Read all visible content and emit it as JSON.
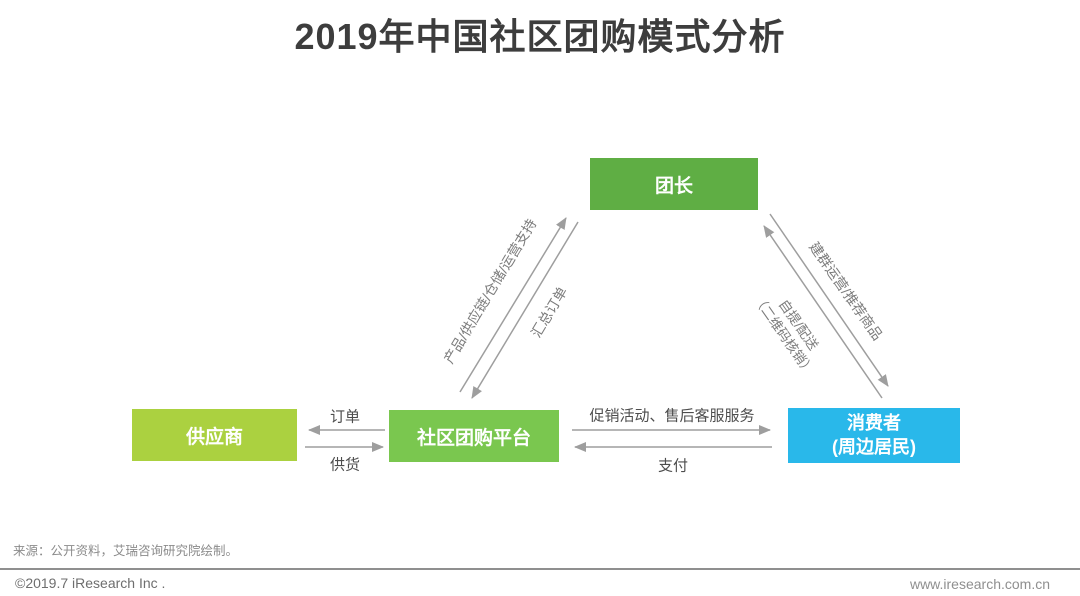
{
  "title": "2019年中国社区团购模式分析",
  "colors": {
    "leader_box": "#5fae44",
    "platform_box": "#7ac74f",
    "supplier_box": "#abd140",
    "consumer_box": "#29b8ea",
    "arrow": "#9e9e9e"
  },
  "nodes": {
    "leader": {
      "label": "团长"
    },
    "supplier": {
      "label": "供应商"
    },
    "platform": {
      "label": "社区团购平台"
    },
    "consumer": {
      "label_line1": "消费者",
      "label_line2": "(周边居民)"
    }
  },
  "edges": {
    "platform_to_leader": "产品/供应链/仓储/运营支持",
    "leader_to_platform": "汇总订单",
    "leader_to_consumer": "建群运营/推荐商品",
    "consumer_to_leader_line1": "自提/配送",
    "consumer_to_leader_line2": "（二维码核销）",
    "platform_to_supplier": "订单",
    "supplier_to_platform": "供货",
    "platform_to_consumer": "促销活动、售后客服服务",
    "consumer_to_platform": "支付"
  },
  "footer": {
    "source": "来源：公开资料，艾瑞咨询研究院绘制。",
    "copyright": "©2019.7 iResearch Inc .",
    "website": "www.iresearch.com.cn"
  }
}
